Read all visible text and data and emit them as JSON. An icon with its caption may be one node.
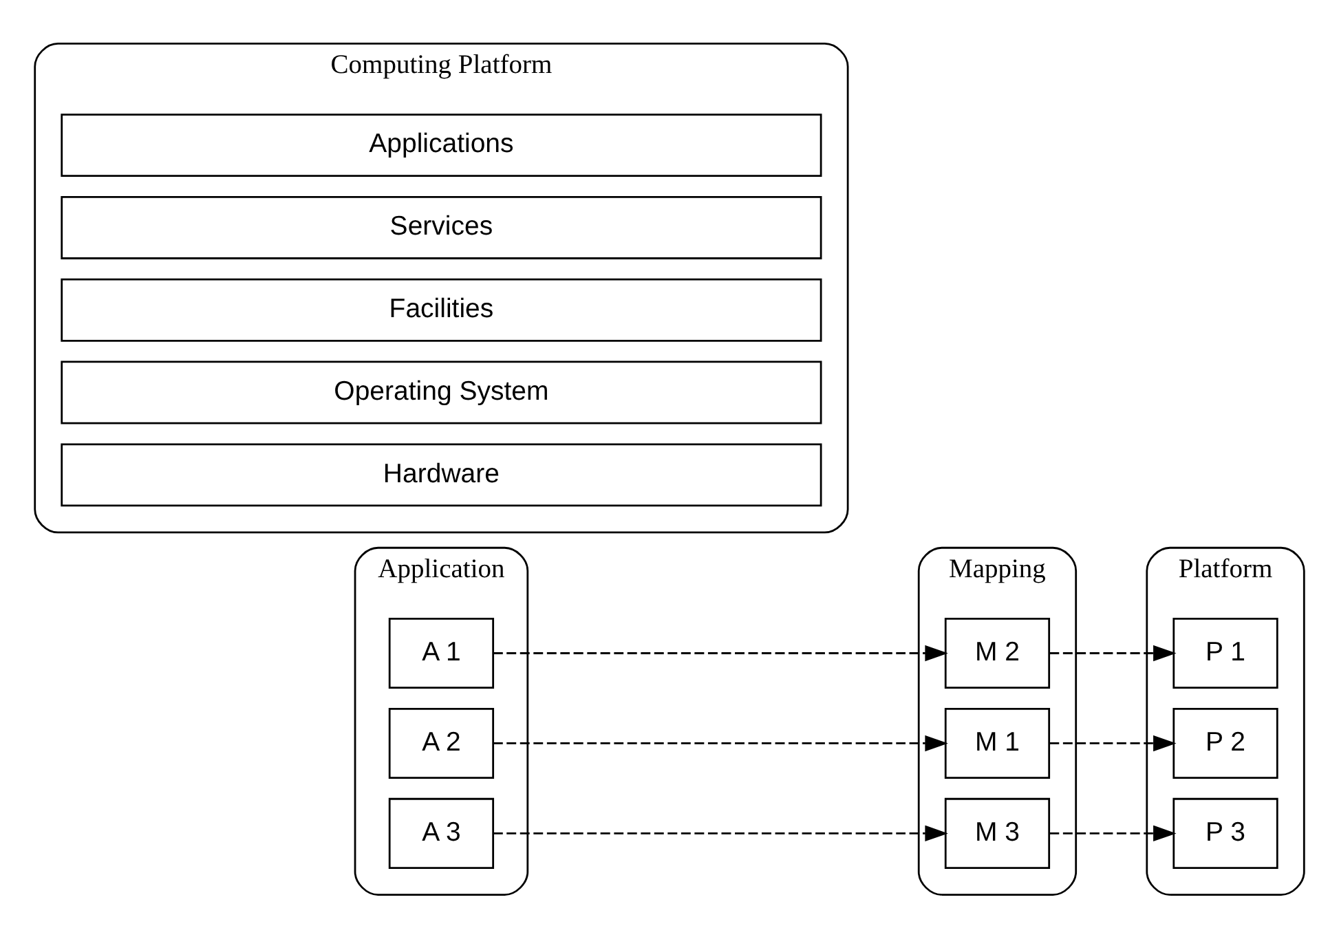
{
  "diagram": {
    "nodes": [
      {
        "text": [
          "Application"
        ]
      },
      {
        "text": [
          "A 1"
        ],
        "in": 0
      },
      {
        "text": [
          "A 2"
        ],
        "in": 0
      },
      {
        "text": [
          "A 3"
        ],
        "in": 0
      },
      {
        "text": [
          "Mapping"
        ]
      },
      {
        "text": [
          "M 1"
        ],
        "in": 4
      },
      {
        "text": [
          "M 2"
        ],
        "in": 4
      },
      {
        "text": [
          "M 3"
        ],
        "in": 4
      },
      {
        "text": [
          "Platform"
        ]
      },
      {
        "text": [
          "P 1"
        ],
        "in": 8
      },
      {
        "text": [
          "P 2"
        ],
        "in": 8
      },
      {
        "text": [
          "P 3"
        ],
        "in": 8
      },
      {
        "text": [
          "Computing Platform"
        ]
      },
      {
        "text": [
          "Applications"
        ],
        "in": 12
      },
      {
        "text": [
          "Services"
        ],
        "in": 12
      },
      {
        "text": [
          "Facilities"
        ],
        "in": 12
      },
      {
        "text": [
          "Operating System"
        ],
        "in": 12
      },
      {
        "text": [
          "Hardware"
        ],
        "in": 12
      }
    ],
    "edges": [
      {
        "from": 2,
        "to": 5,
        "arrow": "to",
        "style": "dashed"
      },
      {
        "from": 1,
        "to": 6,
        "arrow": "to",
        "style": "dashed"
      },
      {
        "from": 3,
        "to": 7,
        "arrow": "to",
        "style": "dashed"
      },
      {
        "from": 5,
        "to": 10,
        "arrow": "to",
        "style": "dashed"
      },
      {
        "from": 6,
        "to": 9,
        "arrow": "to",
        "style": "dashed"
      },
      {
        "from": 7,
        "to": 11,
        "arrow": "to",
        "style": "dashed"
      }
    ]
  }
}
